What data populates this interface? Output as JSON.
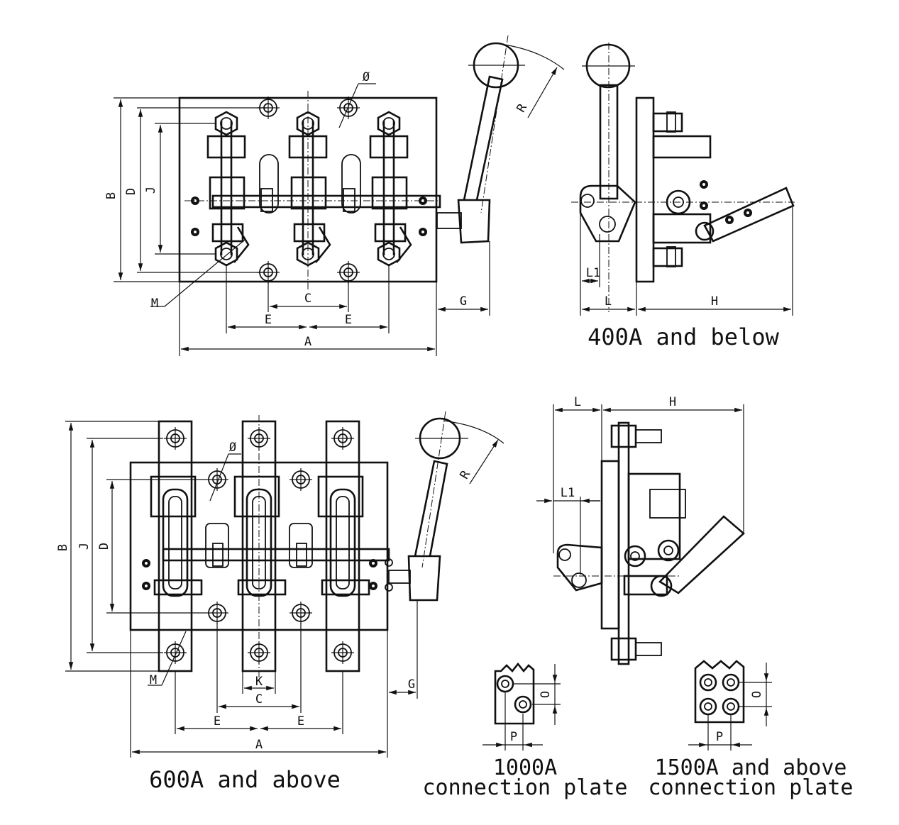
{
  "dimensions": {
    "A": "A",
    "B": "B",
    "C": "C",
    "D": "D",
    "E": "E",
    "G": "G",
    "H": "H",
    "J": "J",
    "K": "K",
    "L": "L",
    "L1": "L1",
    "M": "M",
    "O": "O",
    "P": "P",
    "R": "R",
    "phi": "Ø"
  },
  "captions": {
    "small_switch": "400A and below",
    "large_switch": "600A and above",
    "plate_1000_a": "1000A",
    "plate_1000_b": "connection plate",
    "plate_1500_a": "1500A and above",
    "plate_1500_b": "connection plate"
  }
}
